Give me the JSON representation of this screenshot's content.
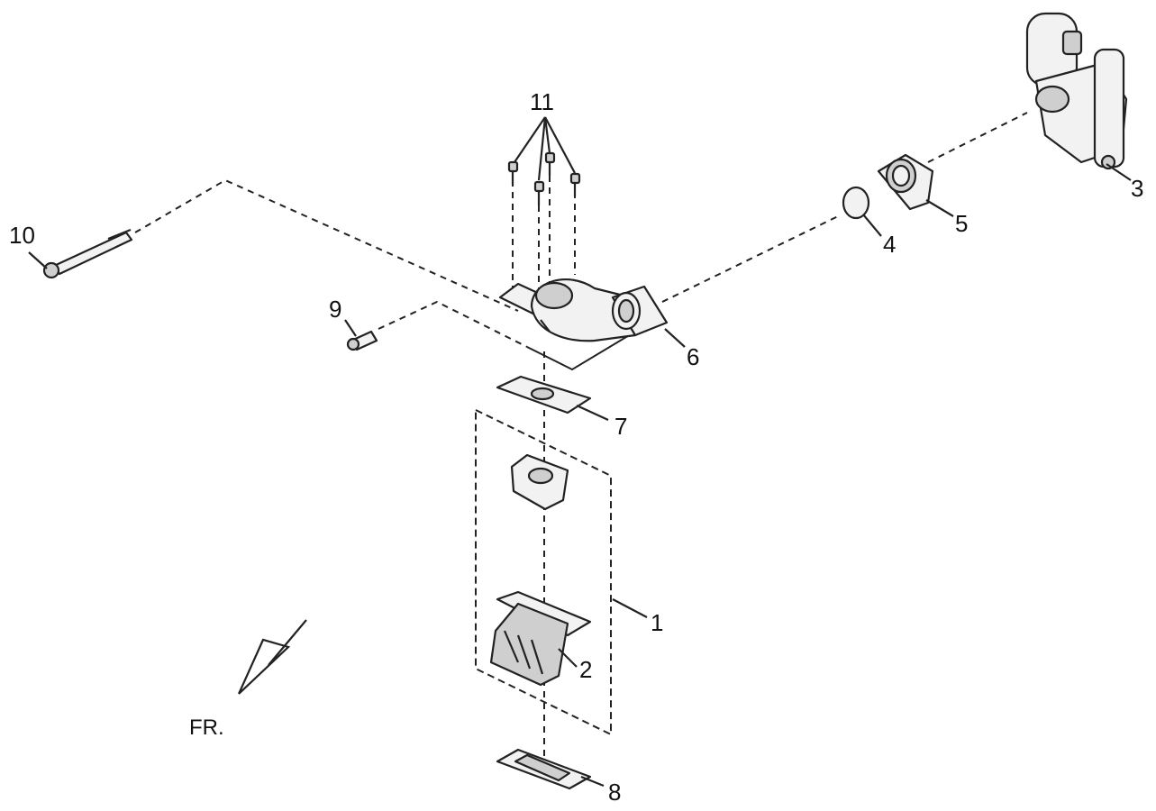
{
  "callouts": {
    "c1": "1",
    "c2": "2",
    "c3": "3",
    "c4": "4",
    "c5": "5",
    "c6": "6",
    "c7": "7",
    "c8": "8",
    "c9": "9",
    "c10": "10",
    "c11": "11"
  },
  "front_indicator": "FR."
}
